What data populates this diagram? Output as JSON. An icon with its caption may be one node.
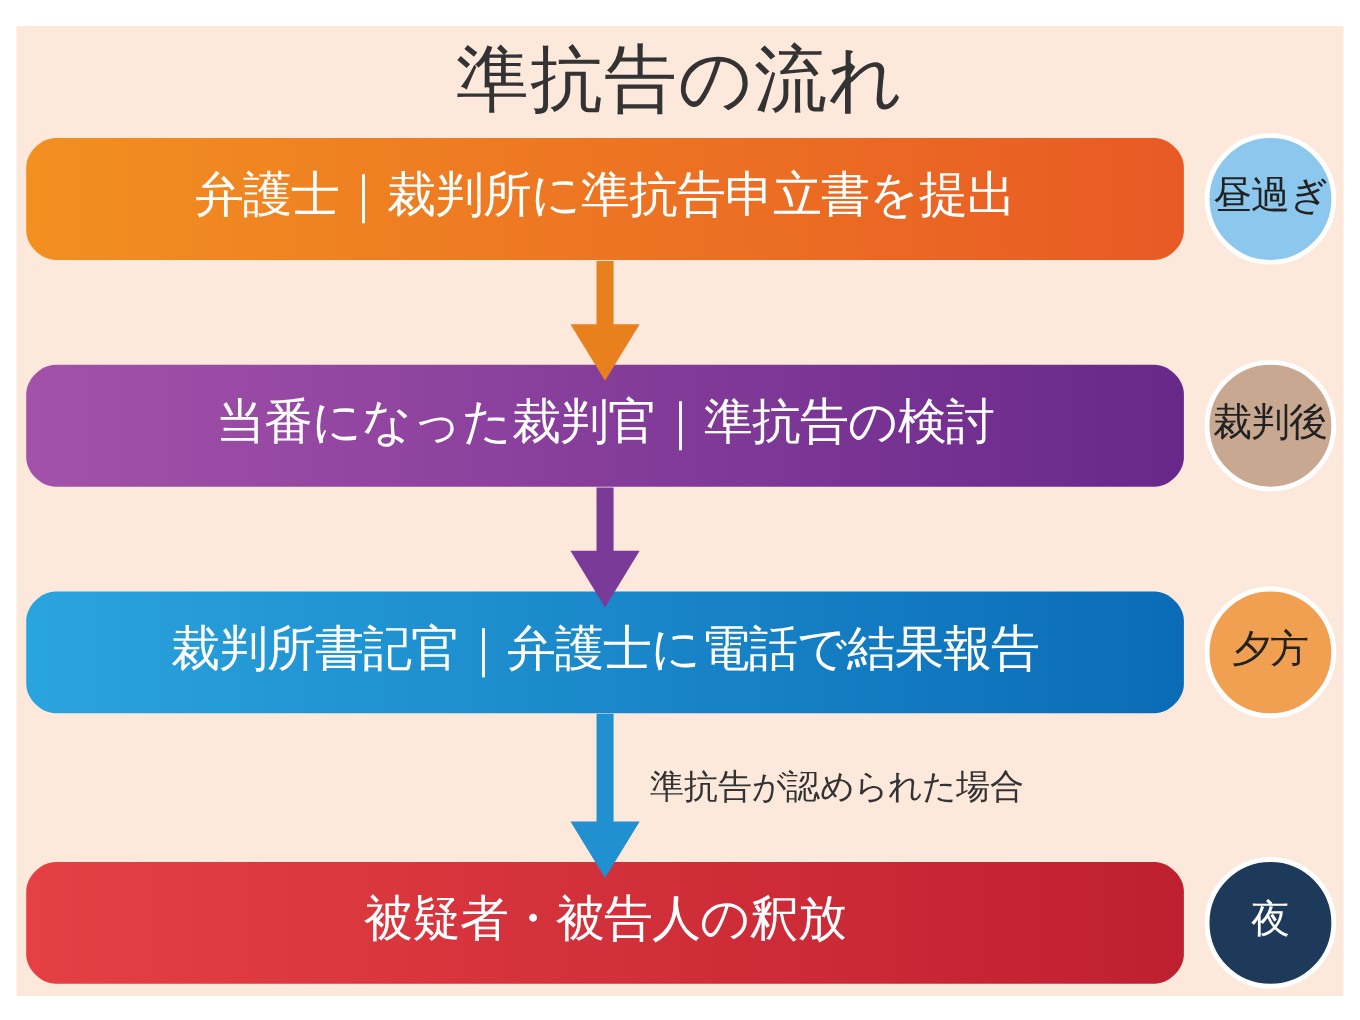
{
  "diagram": {
    "title": "準抗告の流れ",
    "nodes": [
      {
        "text": [
          "弁護士｜裁判所に準抗告申立書を提出"
        ],
        "beside": [
          "昼過ぎ"
        ]
      },
      {
        "text": [
          "当番になった裁判官｜準抗告の検討"
        ],
        "beside": [
          "裁判後"
        ]
      },
      {
        "text": [
          "裁判所書記官｜弁護士に電話で結果報告"
        ],
        "beside": [
          "夕方"
        ]
      },
      {
        "text": [
          "被疑者・被告人の釈放"
        ],
        "beside": [
          "夜"
        ]
      }
    ],
    "edges": [
      {
        "from": 0,
        "to": 1,
        "arrow": "to",
        "color": "#e8801e"
      },
      {
        "from": 1,
        "to": 2,
        "arrow": "to",
        "color": "#7a3a98"
      },
      {
        "from": 2,
        "to": 3,
        "label": "準抗告が認められた場合",
        "arrow": "to",
        "color": "#2090d0"
      }
    ]
  }
}
